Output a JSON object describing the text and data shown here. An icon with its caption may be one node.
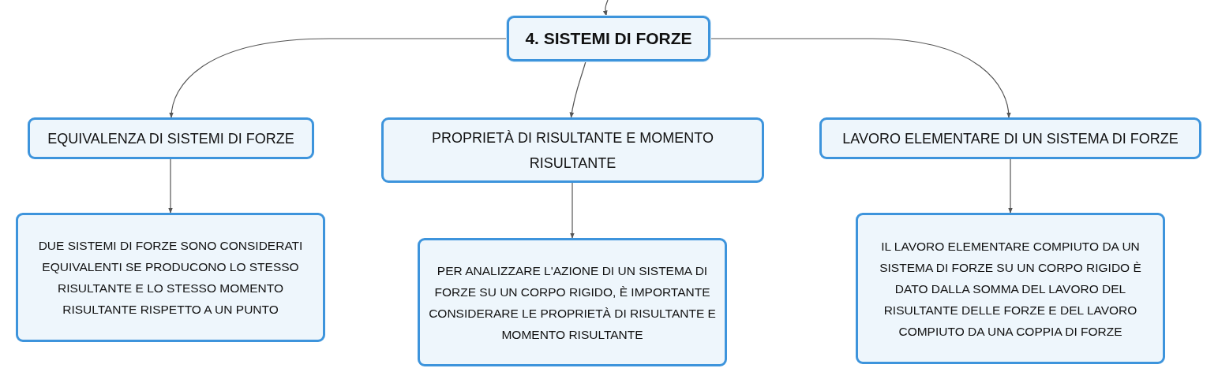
{
  "diagram": {
    "nodes": [
      {
        "text": [
          "4. SISTEMI DI FORZE"
        ]
      },
      {
        "text": [
          "EQUIVALENZA DI SISTEMI DI FORZE"
        ]
      },
      {
        "text": [
          "PROPRIETÀ DI RISULTANTE E MOMENTO RISULTANTE"
        ]
      },
      {
        "text": [
          "LAVORO ELEMENTARE DI UN SISTEMA DI FORZE"
        ]
      },
      {
        "text": [
          "DUE SISTEMI DI FORZE SONO CONSIDERATI EQUIVALENTI SE PRODUCONO LO STESSO RISULTANTE E LO STESSO MOMENTO RISULTANTE RISPETTO A UN PUNTO"
        ]
      },
      {
        "text": [
          "PER ANALIZZARE L'AZIONE DI UN SISTEMA DI FORZE SU UN CORPO RIGIDO, È IMPORTANTE CONSIDERARE LE PROPRIETÀ DI RISULTANTE E MOMENTO RISULTANTE"
        ]
      },
      {
        "text": [
          "IL LAVORO ELEMENTARE COMPIUTO DA UN SISTEMA DI FORZE SU UN CORPO RIGIDO È DATO DALLA SOMMA DEL LAVORO DEL RISULTANTE DELLE FORZE E DEL LAVORO COMPIUTO DA UNA COPPIA DI FORZE"
        ]
      }
    ],
    "edges": [
      {
        "from": null,
        "to": 0,
        "arrow": "to"
      },
      {
        "from": 0,
        "to": 1,
        "arrow": "to"
      },
      {
        "from": 0,
        "to": 2,
        "arrow": "to"
      },
      {
        "from": 0,
        "to": 3,
        "arrow": "to"
      },
      {
        "from": 1,
        "to": 4,
        "arrow": "to"
      },
      {
        "from": 2,
        "to": 5,
        "arrow": "to"
      },
      {
        "from": 3,
        "to": 6,
        "arrow": "to"
      }
    ]
  }
}
